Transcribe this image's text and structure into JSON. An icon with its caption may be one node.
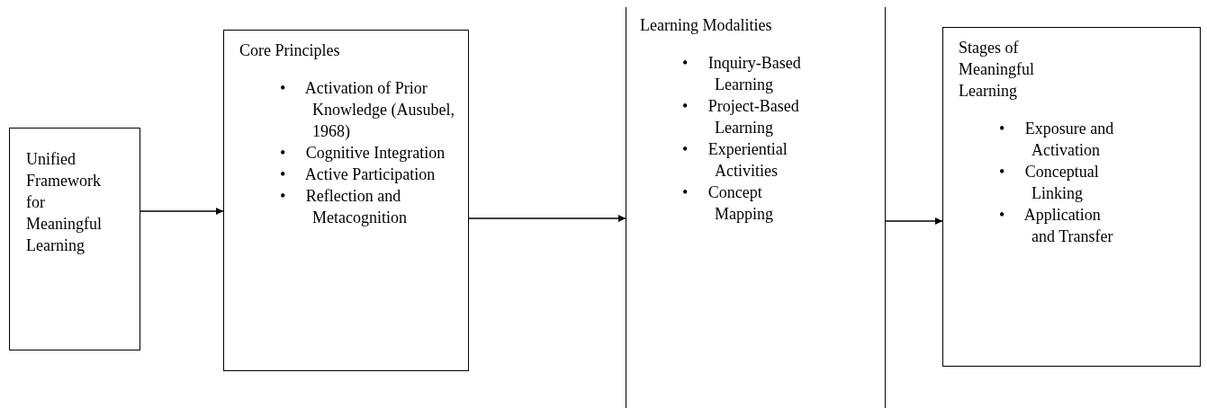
{
  "diagram": {
    "nodes": [
      {
        "text": [
          "Unified Framework for Meaningful Learning"
        ]
      },
      {
        "text": [
          "Core Principles",
          "• Activation of Prior Knowledge (Ausubel, 1968)",
          "• Cognitive Integration",
          "• Active Participation",
          "• Reflection and Metacognition"
        ]
      },
      {
        "text": [
          "Learning Modalities",
          "• Inquiry-Based Learning",
          "• Project-Based Learning",
          "• Experiential Activities",
          "• Concept Mapping"
        ]
      },
      {
        "text": [
          "Stages of Meaningful Learning",
          "• Exposure and Activation",
          "• Conceptual Linking",
          "• Application and Transfer"
        ]
      }
    ],
    "edges": [
      {
        "from": 0,
        "to": 1,
        "arrow": "to"
      },
      {
        "from": 1,
        "to": 2,
        "arrow": "to"
      },
      {
        "from": 2,
        "to": 3,
        "arrow": "to"
      }
    ]
  }
}
